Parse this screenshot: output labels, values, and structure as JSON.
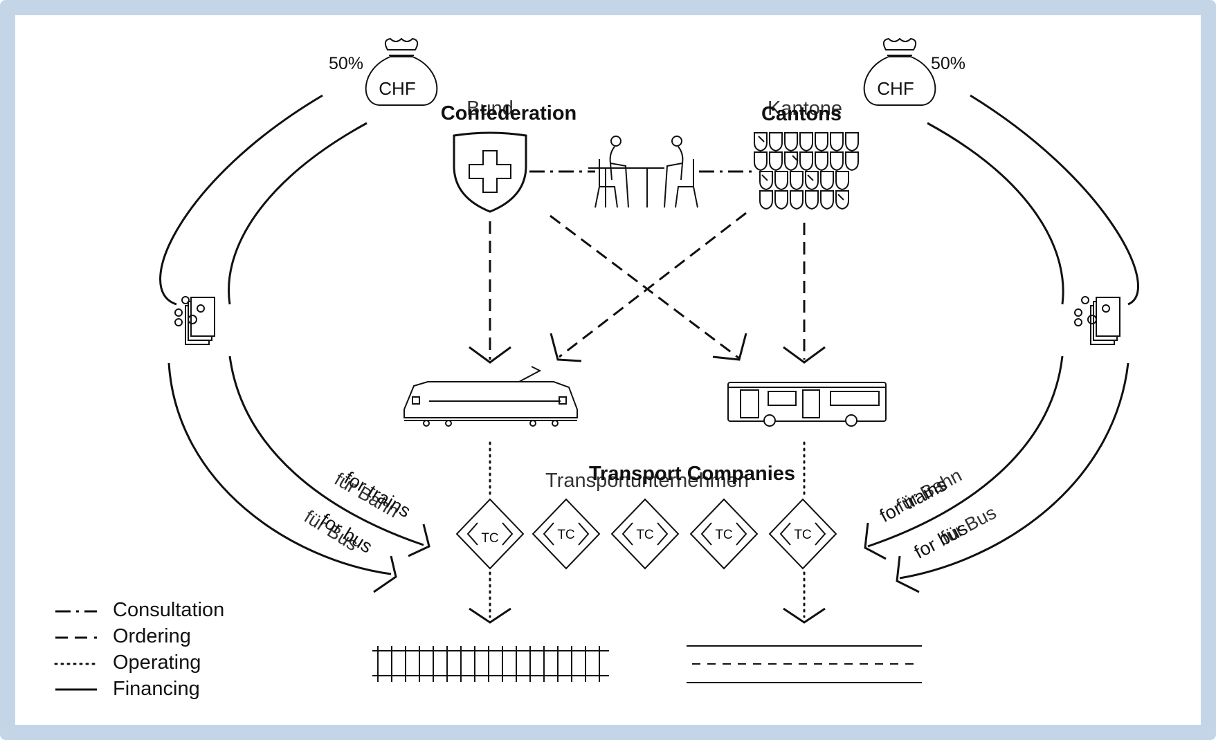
{
  "actors": {
    "confederation": {
      "label": "Confederation",
      "original_label": "Bund",
      "share": "50%",
      "currency": "CHF"
    },
    "cantons": {
      "label": "Cantons",
      "original_label": "Kantone",
      "share": "50%",
      "currency": "CHF"
    }
  },
  "transport_companies": {
    "label": "Transport Companies",
    "original_label": "Transportunternehmen",
    "items": [
      "TC",
      "TC",
      "TC",
      "TC",
      "TC"
    ]
  },
  "flows": {
    "left_trains": {
      "label": "for trains",
      "original_label": "für Bahn"
    },
    "left_bus": {
      "label": "for bus",
      "original_label": "für Bus"
    },
    "right_trains": {
      "label": "for trains",
      "original_label": "für Bahn"
    },
    "right_bus": {
      "label": "for bus",
      "original_label": "für Bus"
    }
  },
  "legend": [
    {
      "key": "consultation",
      "label": "Consultation"
    },
    {
      "key": "ordering",
      "label": "Ordering"
    },
    {
      "key": "operating",
      "label": "Operating"
    },
    {
      "key": "financing",
      "label": "Financing"
    }
  ]
}
